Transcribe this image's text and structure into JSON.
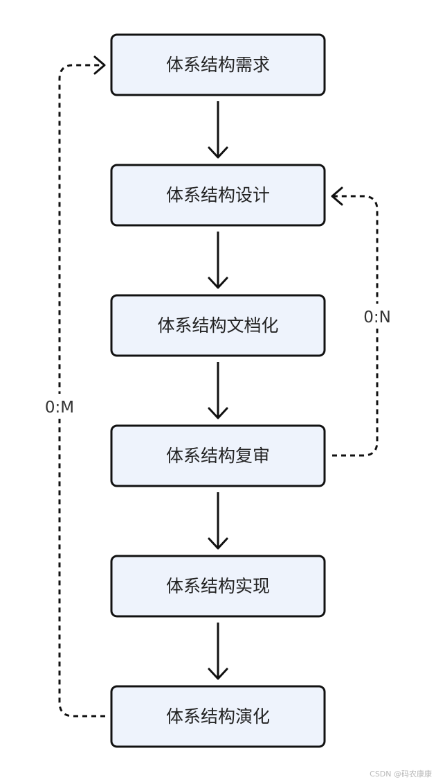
{
  "nodes": [
    {
      "id": "requirements",
      "label": "体系结构需求"
    },
    {
      "id": "design",
      "label": "体系结构设计"
    },
    {
      "id": "documentation",
      "label": "体系结构文档化"
    },
    {
      "id": "review",
      "label": "体系结构复审"
    },
    {
      "id": "implementation",
      "label": "体系结构实现"
    },
    {
      "id": "evolution",
      "label": "体系结构演化"
    }
  ],
  "edges": [
    {
      "from": "requirements",
      "to": "design",
      "style": "solid"
    },
    {
      "from": "design",
      "to": "documentation",
      "style": "solid"
    },
    {
      "from": "documentation",
      "to": "review",
      "style": "solid"
    },
    {
      "from": "review",
      "to": "implementation",
      "style": "solid"
    },
    {
      "from": "implementation",
      "to": "evolution",
      "style": "solid"
    },
    {
      "from": "review",
      "to": "design",
      "style": "dashed",
      "label": "0:N"
    },
    {
      "from": "evolution",
      "to": "requirements",
      "style": "dashed",
      "label": "0:M"
    }
  ],
  "watermark": "CSDN @码农康康"
}
